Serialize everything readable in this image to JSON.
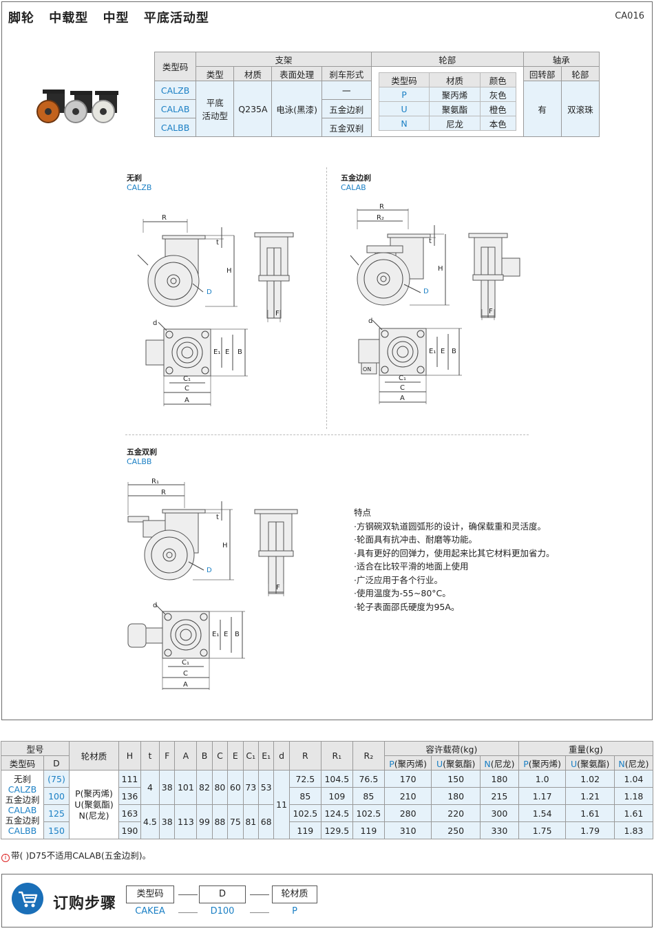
{
  "header": {
    "title_parts": [
      "脚轮",
      "中载型",
      "中型",
      "平底活动型"
    ],
    "code": "CA016"
  },
  "spec": {
    "col_type_code": "类型码",
    "group_bracket": "支架",
    "group_wheel": "轮部",
    "group_bearing": "轴承",
    "bracket_cols": [
      "类型",
      "材质",
      "表面处理",
      "刹车形式"
    ],
    "bearing_cols": [
      "回转部",
      "轮部"
    ],
    "type_codes": [
      "CALZB",
      "CALAB",
      "CALBB"
    ],
    "bracket_type": "平底\n活动型",
    "bracket_material": "Q235A",
    "bracket_surface": "电泳(黑漆)",
    "brakes": [
      "一",
      "五金边刹",
      "五金双刹"
    ],
    "wheel_cols": [
      "类型码",
      "材质",
      "颜色"
    ],
    "wheels": [
      {
        "code": "P",
        "material": "聚丙烯",
        "color": "灰色"
      },
      {
        "code": "U",
        "material": "聚氨酯",
        "color": "橙色"
      },
      {
        "code": "N",
        "material": "尼龙",
        "color": "本色"
      }
    ],
    "bearing_swivel": "有",
    "bearing_wheel": "双滚珠"
  },
  "drawings": {
    "d1": {
      "cn": "无刹",
      "en": "CALZB"
    },
    "d2": {
      "cn": "五金边刹",
      "en": "CALAB"
    },
    "d3": {
      "cn": "五金双刹",
      "en": "CALBB"
    },
    "labels": {
      "R": "R",
      "R1": "R₁",
      "R2": "R₂",
      "t": "t",
      "H": "H",
      "D": "D",
      "F": "F",
      "d": "d",
      "E1": "E₁",
      "E": "E",
      "B": "B",
      "C1": "C₁",
      "C": "C",
      "A": "A",
      "ON": "ON"
    }
  },
  "features": {
    "title": "特点",
    "items": [
      "·方钢碗双轨道圆弧形的设计，确保载重和灵活度。",
      "·轮面具有抗冲击、耐磨等功能。",
      "·具有更好的回弹力，使用起来比其它材料更加省力。",
      "·适合在比较平滑的地面上使用",
      "·广泛应用于各个行业。",
      "·使用温度为-55~80°C。",
      "·轮子表面邵氏硬度为95A。"
    ]
  },
  "dims_table": {
    "h_model": "型号",
    "h_type_code": "类型码",
    "h_D": "D",
    "h_wheel_material": "轮材质",
    "h_cols": [
      "H",
      "t",
      "F",
      "A",
      "B",
      "C",
      "E",
      "C₁",
      "E₁",
      "d",
      "R",
      "R₁",
      "R₂"
    ],
    "h_load": "容许载荷(kg)",
    "h_weight": "重量(kg)",
    "mat_codes": [
      "P",
      "U",
      "N"
    ],
    "mat_names": [
      "(聚丙烯)",
      "(聚氨酯)",
      "(尼龙)"
    ],
    "type_cells": [
      "无刹",
      "CALZB",
      "五金边刹",
      "CALAB",
      "五金边刹",
      "CALBB"
    ],
    "d_values": [
      "(75)",
      "100",
      "125",
      "150"
    ],
    "wheel_material_lines": [
      "P(聚丙烯)",
      "U(聚氨酯)",
      "N(尼龙)"
    ],
    "rows": [
      {
        "H": "111",
        "R": "72.5",
        "R1": "104.5",
        "R2": "76.5",
        "load": [
          "170",
          "150",
          "180"
        ],
        "weight": [
          "1.0",
          "1.02",
          "1.04"
        ]
      },
      {
        "H": "136",
        "R": "85",
        "R1": "109",
        "R2": "85",
        "load": [
          "210",
          "180",
          "215"
        ],
        "weight": [
          "1.17",
          "1.21",
          "1.18"
        ]
      },
      {
        "H": "163",
        "R": "102.5",
        "R1": "124.5",
        "R2": "102.5",
        "load": [
          "280",
          "220",
          "300"
        ],
        "weight": [
          "1.54",
          "1.61",
          "1.61"
        ]
      },
      {
        "H": "190",
        "R": "119",
        "R1": "129.5",
        "R2": "119",
        "load": [
          "310",
          "250",
          "330"
        ],
        "weight": [
          "1.75",
          "1.79",
          "1.83"
        ]
      }
    ],
    "group1": {
      "t": "4",
      "F": "38",
      "A": "101",
      "B": "82",
      "C": "80",
      "E": "60",
      "C1": "73",
      "E1": "53"
    },
    "group2": {
      "t": "4.5",
      "F": "38",
      "A": "113",
      "B": "99",
      "C": "88",
      "E": "75",
      "C1": "81",
      "E1": "68"
    },
    "d_common": "11"
  },
  "note": {
    "icon": "i",
    "text": "带(  )D75不适用CALAB(五金边刹)。"
  },
  "order": {
    "title": "订购步骤",
    "boxes": [
      "类型码",
      "D",
      "轮材质"
    ],
    "values": [
      "CAKEA",
      "D100",
      "P"
    ]
  }
}
